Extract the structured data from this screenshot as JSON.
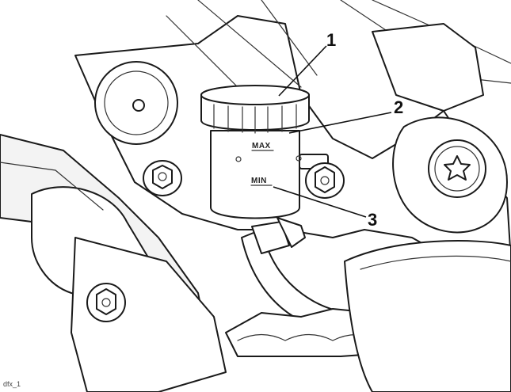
{
  "callouts": [
    {
      "label": "1",
      "part": "reservoir-cap"
    },
    {
      "label": "2",
      "part": "max-level-mark"
    },
    {
      "label": "3",
      "part": "min-level-mark"
    }
  ],
  "reservoir_marks": {
    "max": "MAX",
    "min": "MIN"
  },
  "figure_id": "dfx_1",
  "colors": {
    "line": "#1a1a1a",
    "background": "#ffffff"
  }
}
